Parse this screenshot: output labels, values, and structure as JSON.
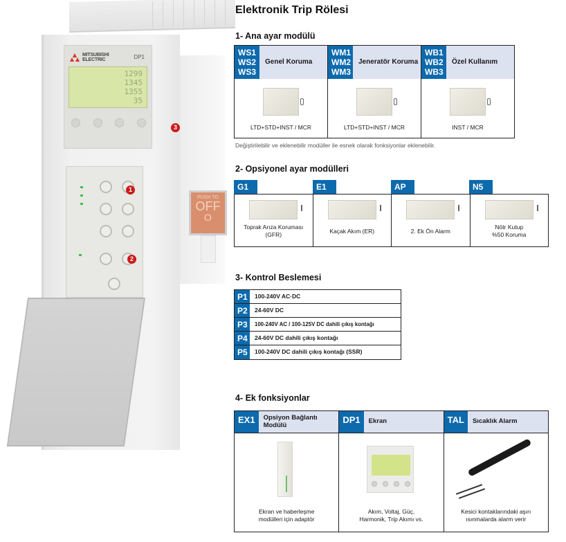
{
  "page": {
    "title": "Elektronik Trip Rölesi"
  },
  "device": {
    "brand_line1": "MITSUBISHI",
    "brand_line2": "ELECTRIC",
    "model": "DP1",
    "lcd_values": [
      "1299",
      "1345",
      "1355",
      "35"
    ],
    "markers": [
      "1",
      "2",
      "3"
    ],
    "push_button": {
      "line1": "PUSH TO",
      "line2": "OFF",
      "line3": "O"
    }
  },
  "section1": {
    "title": "1- Ana ayar modülü",
    "columns": [
      {
        "codes": [
          "WS1",
          "WS2",
          "WS3"
        ],
        "name": "Genel Koruma",
        "caption": "LTD+STD+INST / MCR"
      },
      {
        "codes": [
          "WM1",
          "WM2",
          "WM3"
        ],
        "name": "Jeneratör Koruma",
        "caption": "LTD+STD+INST / MCR"
      },
      {
        "codes": [
          "WB1",
          "WB2",
          "WB3"
        ],
        "name": "Özel Kullanım",
        "caption": "INST / MCR"
      }
    ],
    "note": "Değiştirilebilir ve eklenebilir modüller ile esnek olarak fonksiyonlar eklenebilir."
  },
  "section2": {
    "title": "2- Opsiyonel ayar modülleri",
    "columns": [
      {
        "code": "G1",
        "caption_line1": "Toprak Arıza Koruması",
        "caption_line2": "(GFR)"
      },
      {
        "code": "E1",
        "caption_line1": "Kaçak Akım (ER)",
        "caption_line2": ""
      },
      {
        "code": "AP",
        "caption_line1": "2. Ek Ön Alarm",
        "caption_line2": ""
      },
      {
        "code": "N5",
        "caption_line1": "Nötr Kutup",
        "caption_line2": "%50 Koruma"
      }
    ]
  },
  "section3": {
    "title": "3- Kontrol Beslemesi",
    "rows": [
      {
        "code": "P1",
        "value": "100-240V AC·DC"
      },
      {
        "code": "P2",
        "value": "24-60V DC"
      },
      {
        "code": "P3",
        "value": "100-240V AC / 100-125V DC dahili çıkış kontağı"
      },
      {
        "code": "P4",
        "value": "24-60V DC dahili çıkış kontağı"
      },
      {
        "code": "P5",
        "value": "100-240V DC dahili çıkış kontağı (SSR)"
      }
    ]
  },
  "section4": {
    "title": "4- Ek fonksiyonlar",
    "columns": [
      {
        "code": "EX1",
        "name": "Opsiyon Bağlantı Modülü",
        "caption_line1": "Ekran ve haberleşme",
        "caption_line2": "modülleri için adaptör"
      },
      {
        "code": "DP1",
        "name": "Ekran",
        "caption_line1": "Akım, Voltaj, Güç,",
        "caption_line2": "Harmonik, Trip Akımı vs."
      },
      {
        "code": "TAL",
        "name": "Sıcaklık Alarm",
        "caption_line1": "Kesici kontaklarındaki aşırı",
        "caption_line2": "ısınmalarda alarm verir"
      }
    ]
  },
  "colors": {
    "code_blue": "#0d6aad",
    "header_lavender": "#dde2f1",
    "marker_red": "#cc1a1a"
  }
}
